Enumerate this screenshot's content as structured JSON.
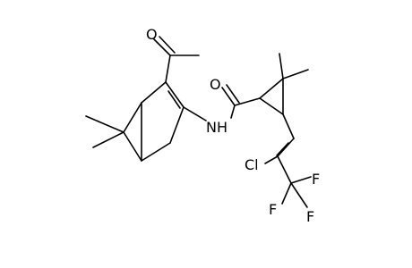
{
  "molecule": {
    "atom_labels": {
      "oxygen_ketone": "O",
      "oxygen_amide": "O",
      "nitrogen_amide": "NH",
      "chlorine": "Cl",
      "fluorine_1": "F",
      "fluorine_2": "F",
      "fluorine_3": "F"
    }
  }
}
